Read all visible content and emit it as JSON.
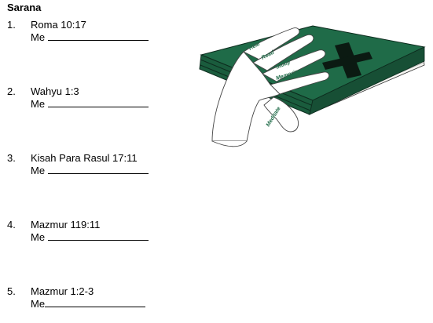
{
  "heading": "Sarana",
  "items": [
    {
      "number": "1.",
      "reference": "Roma 10:17",
      "answer_prefix": "Me"
    },
    {
      "number": "2.",
      "reference": "Wahyu 1:3",
      "answer_prefix": "Me"
    },
    {
      "number": "3.",
      "reference": "Kisah Para Rasul 17:11",
      "answer_prefix": "Me"
    },
    {
      "number": "4.",
      "reference": "Mazmur 119:11",
      "answer_prefix": "Me"
    },
    {
      "number": "5.",
      "reference": "Mazmur 1:2-3",
      "answer_prefix": "Me"
    }
  ],
  "illustration": {
    "fingers": [
      "Hear",
      "Read",
      "Study",
      "Memorize",
      "Meditate"
    ],
    "book_color": "#1f6b48",
    "cross_color": "#0b1a12"
  }
}
